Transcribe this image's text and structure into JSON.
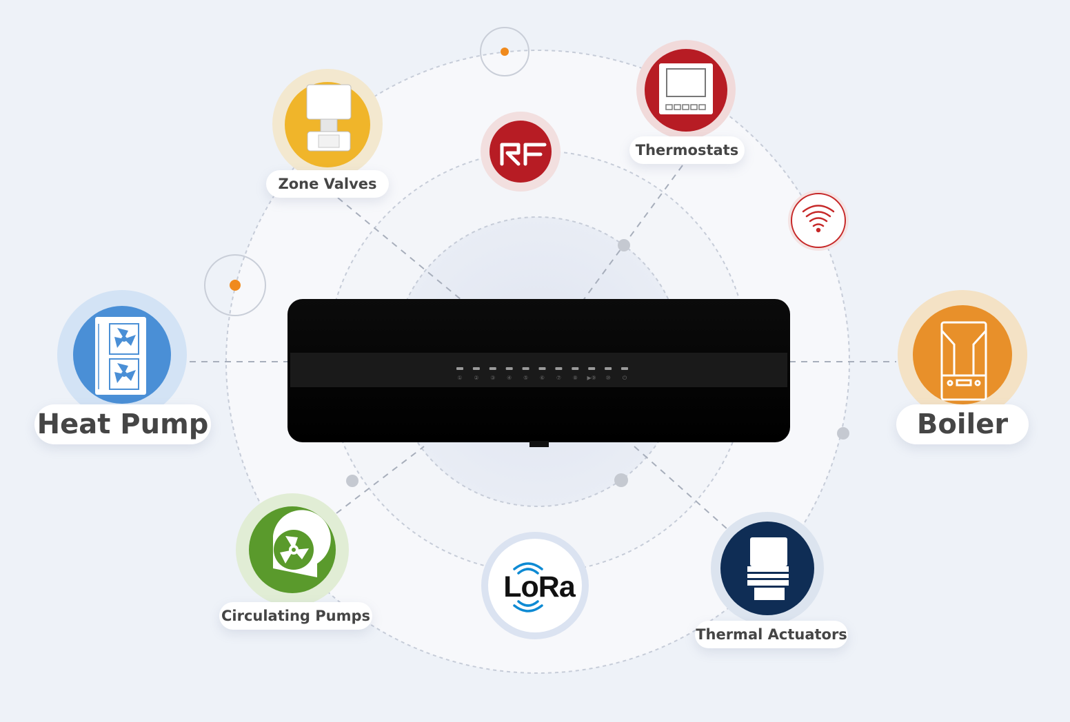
{
  "nodes": {
    "zone_valves": {
      "label": "Zone Valves",
      "color": "#f0b52a"
    },
    "thermostats": {
      "label": "Thermostats",
      "color": "#b71c24"
    },
    "rf": {
      "label": "RF",
      "color": "#b71c24"
    },
    "wifi": {
      "color": "#c62828"
    },
    "heat_pump": {
      "label": "Heat Pump",
      "color": "#4a8fd6"
    },
    "boiler": {
      "label": "Boiler",
      "color": "#e8902a"
    },
    "circulating_pumps": {
      "label": "Circulating Pumps",
      "color": "#5a9a2c"
    },
    "lora": {
      "label": "LoRa",
      "color": "#0e8ad3"
    },
    "thermal_actuators": {
      "label": "Thermal Actuators",
      "color": "#0f2d55"
    }
  },
  "controller": {
    "channel_marks": [
      "①",
      "②",
      "③",
      "④",
      "⑤",
      "⑥",
      "⑦",
      "⑧",
      "▶⑨",
      "⑩",
      "⏻"
    ],
    "body_color": "#050505"
  },
  "colors": {
    "background": "#eef2f8",
    "accent_dot": "#f08a1d",
    "connector": "#a7aebb",
    "orbit": "#c6ccd8"
  }
}
